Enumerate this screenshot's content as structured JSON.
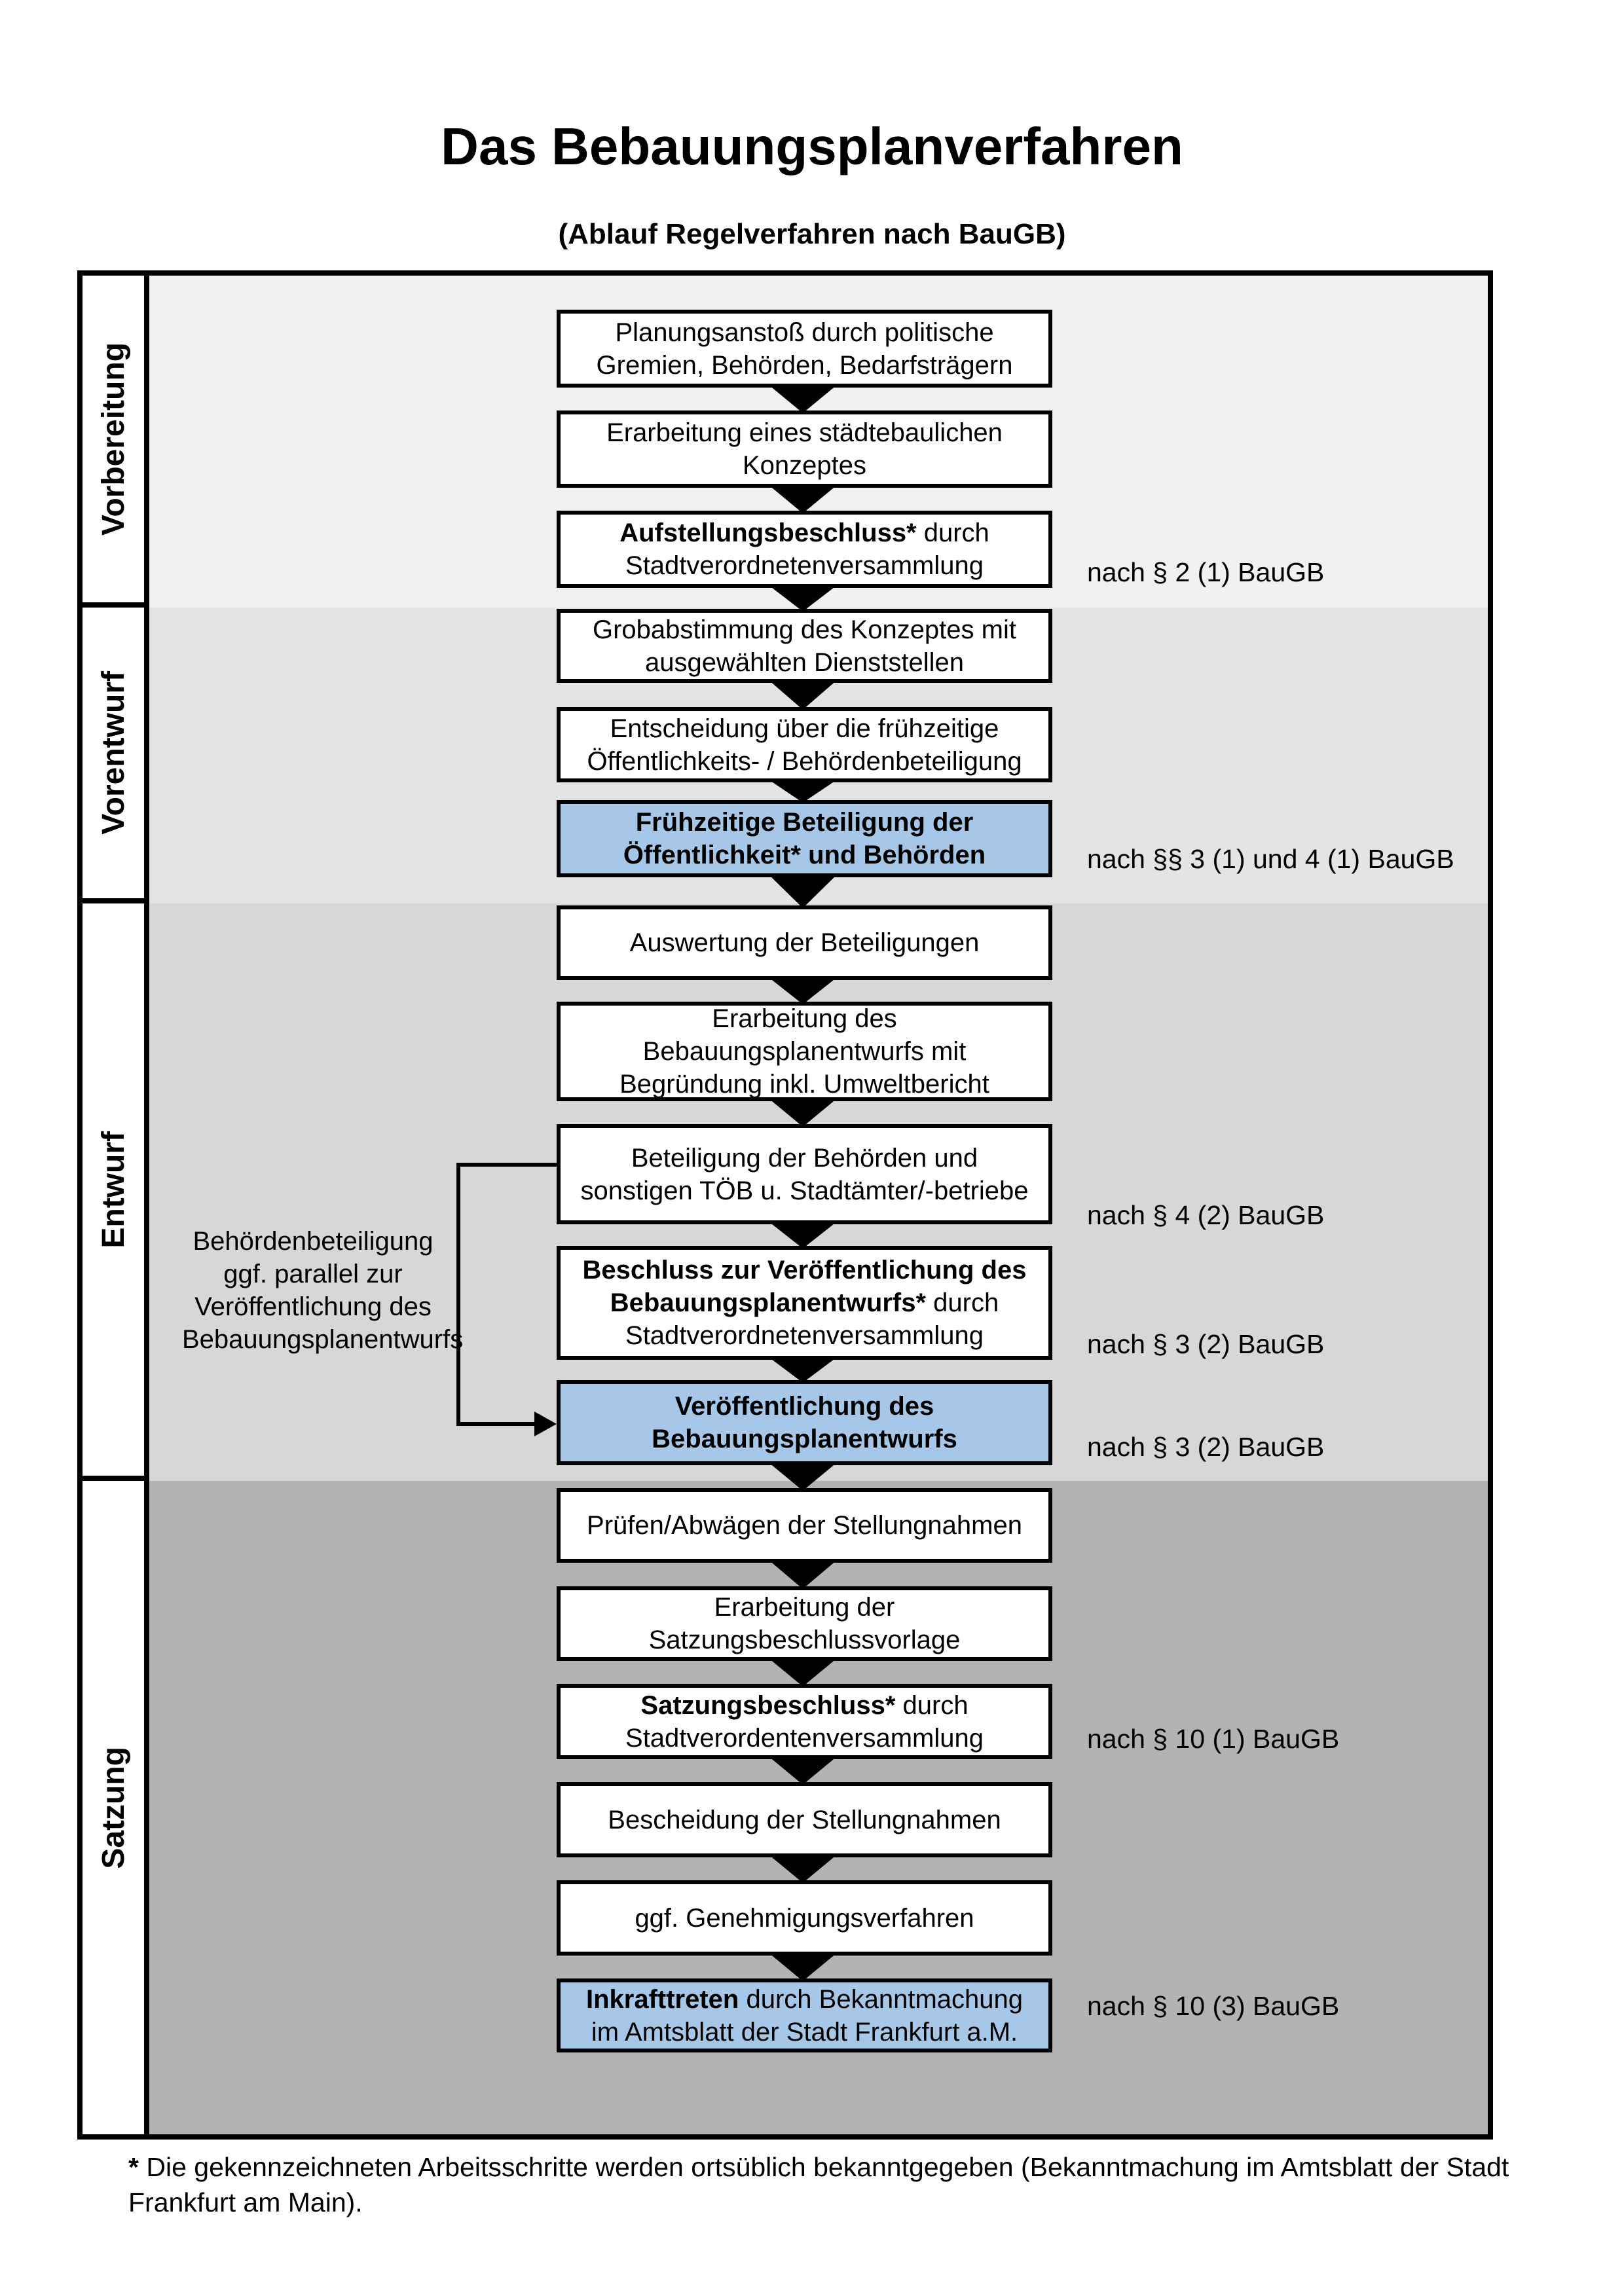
{
  "page": {
    "title": "Das Bebauungsplanverfahren",
    "subtitle": "(Ablauf Regelverfahren nach BauGB)"
  },
  "colors": {
    "highlight_blue": "#a6c7e7",
    "phase_backgrounds": [
      "#f1f1f1",
      "#e4e4e4",
      "#d7d7d7",
      "#b3b3b3"
    ],
    "border": "#000000"
  },
  "phases": [
    {
      "label": "Vorbereitung"
    },
    {
      "label": "Vorentwurf"
    },
    {
      "label": "Entwurf"
    },
    {
      "label": "Satzung"
    }
  ],
  "steps": [
    {
      "bold": "",
      "text": "Planungsanstoß durch politische\nGremien, Behörden, Bedarfsträgern",
      "ref": ""
    },
    {
      "bold": "",
      "text": "Erarbeitung eines städtebaulichen\nKonzeptes",
      "ref": ""
    },
    {
      "bold": "Aufstellungsbeschluss*",
      "text": " durch\nStadtverordnetenversammlung",
      "ref": "nach § 2 (1) BauGB"
    },
    {
      "bold": "",
      "text": "Grobabstimmung des Konzeptes mit\nausgewählten Dienststellen",
      "ref": ""
    },
    {
      "bold": "",
      "text": "Entscheidung über die frühzeitige\nÖffentlichkeits- / Behördenbeteiligung",
      "ref": ""
    },
    {
      "bold": "Frühzeitige Beteiligung der\nÖffentlichkeit* und Behörden",
      "text": "",
      "ref": "nach §§ 3 (1) und 4 (1) BauGB"
    },
    {
      "bold": "",
      "text": "Auswertung der Beteiligungen",
      "ref": ""
    },
    {
      "bold": "",
      "text": "Erarbeitung des\nBebauungsplanentwurfs mit\nBegründung inkl. Umweltbericht",
      "ref": ""
    },
    {
      "bold": "",
      "text": "Beteiligung der Behörden und\nsonstigen TÖB u. Stadtämter/-betriebe",
      "ref": "nach § 4 (2) BauGB"
    },
    {
      "bold": "Beschluss zur Veröffentlichung des\nBebauungsplanentwurfs*",
      "text": " durch\nStadtverordnetenversammlung",
      "ref": "nach § 3 (2) BauGB"
    },
    {
      "bold": "Veröffentlichung des\nBebauungsplanentwurfs",
      "text": "",
      "ref": "nach § 3 (2) BauGB"
    },
    {
      "bold": "",
      "text": "Prüfen/Abwägen der Stellungnahmen",
      "ref": ""
    },
    {
      "bold": "",
      "text": "Erarbeitung der\nSatzungsbeschlussvorlage",
      "ref": ""
    },
    {
      "bold": "Satzungsbeschluss*",
      "text": " durch\nStadtverordentenversammlung",
      "ref": "nach § 10 (1) BauGB"
    },
    {
      "bold": "",
      "text": "Bescheidung der Stellungnahmen",
      "ref": ""
    },
    {
      "bold": "",
      "text": "ggf. Genehmigungsverfahren",
      "ref": ""
    },
    {
      "bold": "Inkrafttreten",
      "text": " durch Bekanntmachung\nim Amtsblatt der Stadt Frankfurt a.M.",
      "ref": "nach § 10 (3) BauGB"
    }
  ],
  "annotation": "Behördenbeteiligung\nggf. parallel zur\nVeröffentlichung des\nBebauungsplanentwurfs",
  "footnote": {
    "star": "*",
    "text": " Die gekennzeichneten Arbeitsschritte werden ortsüblich bekanntgegeben (Bekanntmachung im Amtsblatt  der Stadt\nFrankfurt am Main)."
  }
}
